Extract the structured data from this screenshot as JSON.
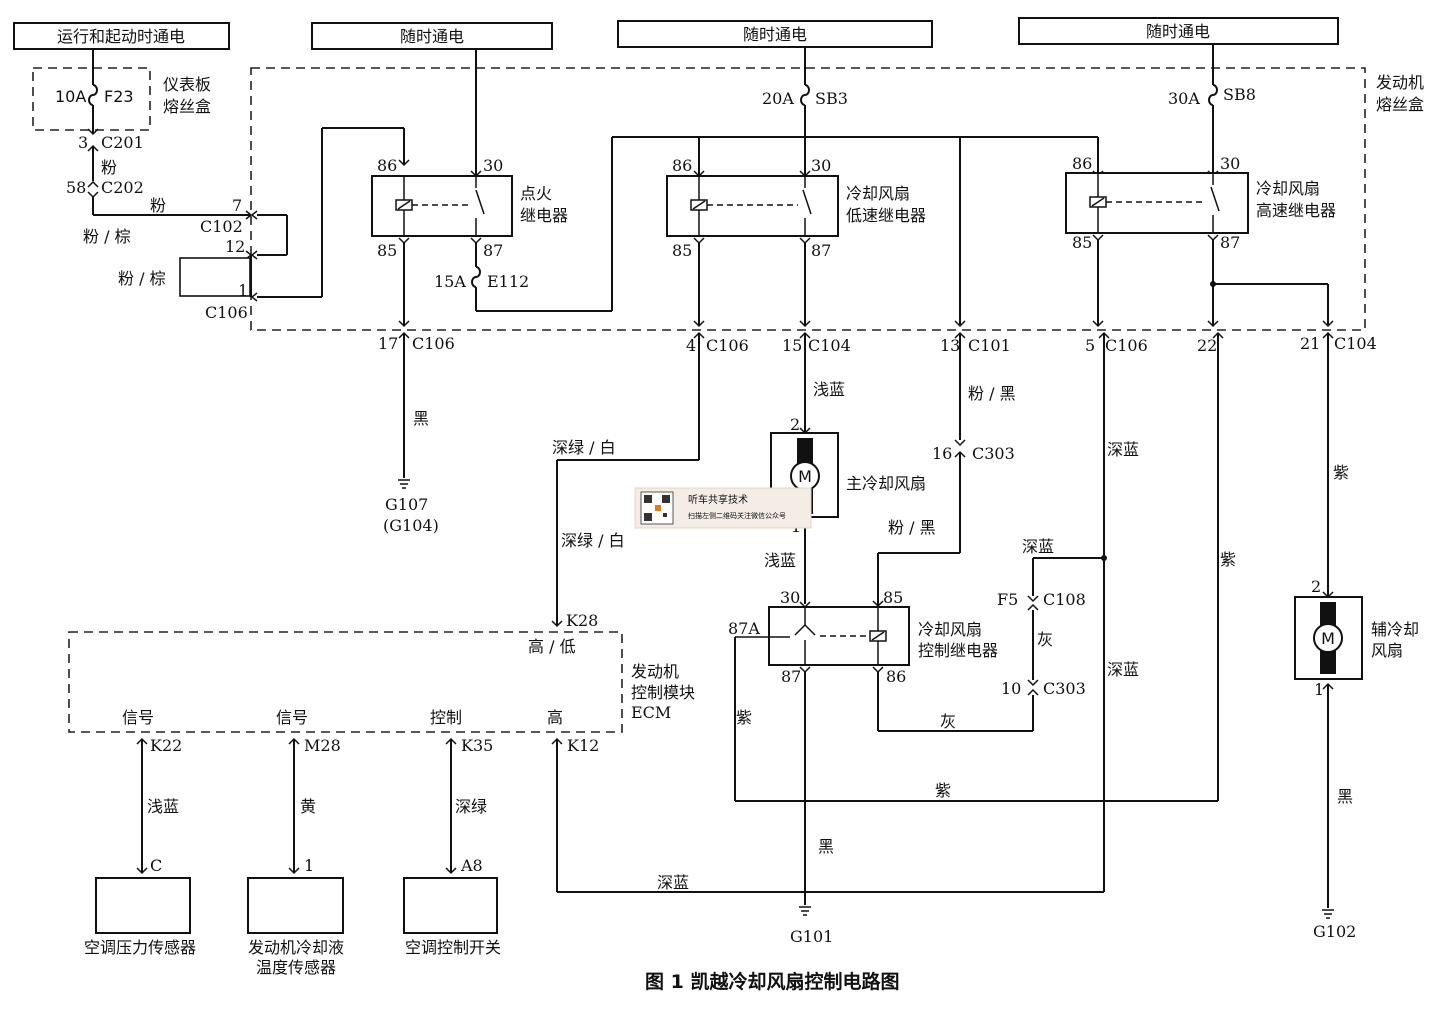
{
  "supplies": {
    "run_start": "运行和起动时通电",
    "hot1": "随时通电",
    "hot2": "随时通电",
    "hot3": "随时通电"
  },
  "fuse_boxes": {
    "ip_line1": "仪表板",
    "ip_line2": "熔丝盒",
    "engine_line1": "发动机",
    "engine_line2": "熔丝盒"
  },
  "fuses": {
    "f23_rating": "10A",
    "f23_name": "F23",
    "sb3_rating": "20A",
    "sb3_name": "SB3",
    "sb8_rating": "30A",
    "sb8_name": "SB8",
    "e112_rating": "15A",
    "e112_name": "E112"
  },
  "relays": {
    "ignition_line1": "点火",
    "ignition_line2": "继电器",
    "fan_low_line1": "冷却风扇",
    "fan_low_line2": "低速继电器",
    "fan_high_line1": "冷却风扇",
    "fan_high_line2": "高速继电器",
    "fan_ctrl_line1": "冷却风扇",
    "fan_ctrl_line2": "控制继电器",
    "pin_86": "86",
    "pin_85": "85",
    "pin_30": "30",
    "pin_87": "87",
    "pin_87a": "87A"
  },
  "connectors": {
    "c201_pin": "3",
    "c201": "C201",
    "c202_pin": "58",
    "c202": "C202",
    "c102_pin7": "7",
    "c102": "C102",
    "c102_pin12": "12",
    "c106_pin1": "1",
    "c106_a": "C106",
    "c106_17_pin": "17",
    "c106_17": "C106",
    "c106_4_pin": "4",
    "c106_4": "C106",
    "c104_15_pin": "15",
    "c104_15": "C104",
    "c101_13_pin": "13",
    "c101_13": "C101",
    "c106_5_pin": "5",
    "c106_5": "C106",
    "pin_22": "22",
    "c104_21_pin": "21",
    "c104_21": "C104",
    "c303_16_pin": "16",
    "c303_16": "C303",
    "c108_pin": "F5",
    "c108": "C108",
    "c303_10_pin": "10",
    "c303_10": "C303",
    "k28": "K28",
    "k22": "K22",
    "m28": "M28",
    "k35": "K35",
    "k12": "K12",
    "sensor_c": "C",
    "sensor_1": "1",
    "switch_a8": "A8",
    "main_fan_pin2": "2",
    "main_fan_pin1": "1",
    "aux_fan_pin2": "2",
    "aux_fan_pin1": "1"
  },
  "wires": {
    "pink": "粉",
    "pink2": "粉",
    "pink_brown1": "粉 / 棕",
    "pink_brown2": "粉 / 棕",
    "black1": "黑",
    "dkgreen_white1": "深绿 / 白",
    "dkgreen_white2": "深绿 / 白",
    "ltblue1": "浅蓝",
    "ltblue2": "浅蓝",
    "pink_black1": "粉 / 黑",
    "pink_black2": "粉 / 黑",
    "dkblue1": "深蓝",
    "dkblue2": "深蓝",
    "dkblue3": "深蓝",
    "dkblue4": "深蓝",
    "purple1": "紫",
    "purple2": "紫",
    "purple3": "紫",
    "purple4": "紫",
    "gray1": "灰",
    "gray2": "灰",
    "black2": "黑",
    "black3": "黑",
    "ltblue3": "浅蓝",
    "yellow": "黄",
    "dkgreen": "深绿"
  },
  "grounds": {
    "g107": "G107",
    "g104": "(G104)",
    "g101": "G101",
    "g102": "G102"
  },
  "motors": {
    "symbol": "M",
    "main_fan": "主冷却风扇",
    "aux_line1": "辅冷却",
    "aux_line2": "风扇"
  },
  "ecm": {
    "hi_lo": "高 / 低",
    "line1": "发动机",
    "line2": "控制模块",
    "line3": "ECM",
    "signal1": "信号",
    "signal2": "信号",
    "control": "控制",
    "high": "高"
  },
  "components": {
    "ac_pressure": "空调压力传感器",
    "coolant_line1": "发动机冷却液",
    "coolant_line2": "温度传感器",
    "ac_switch": "空调控制开关"
  },
  "watermark": {
    "title": "听车共享技术",
    "subtitle": "扫描左侧二维码关注微信公众号"
  },
  "caption": "图 1   凯越冷却风扇控制电路图"
}
